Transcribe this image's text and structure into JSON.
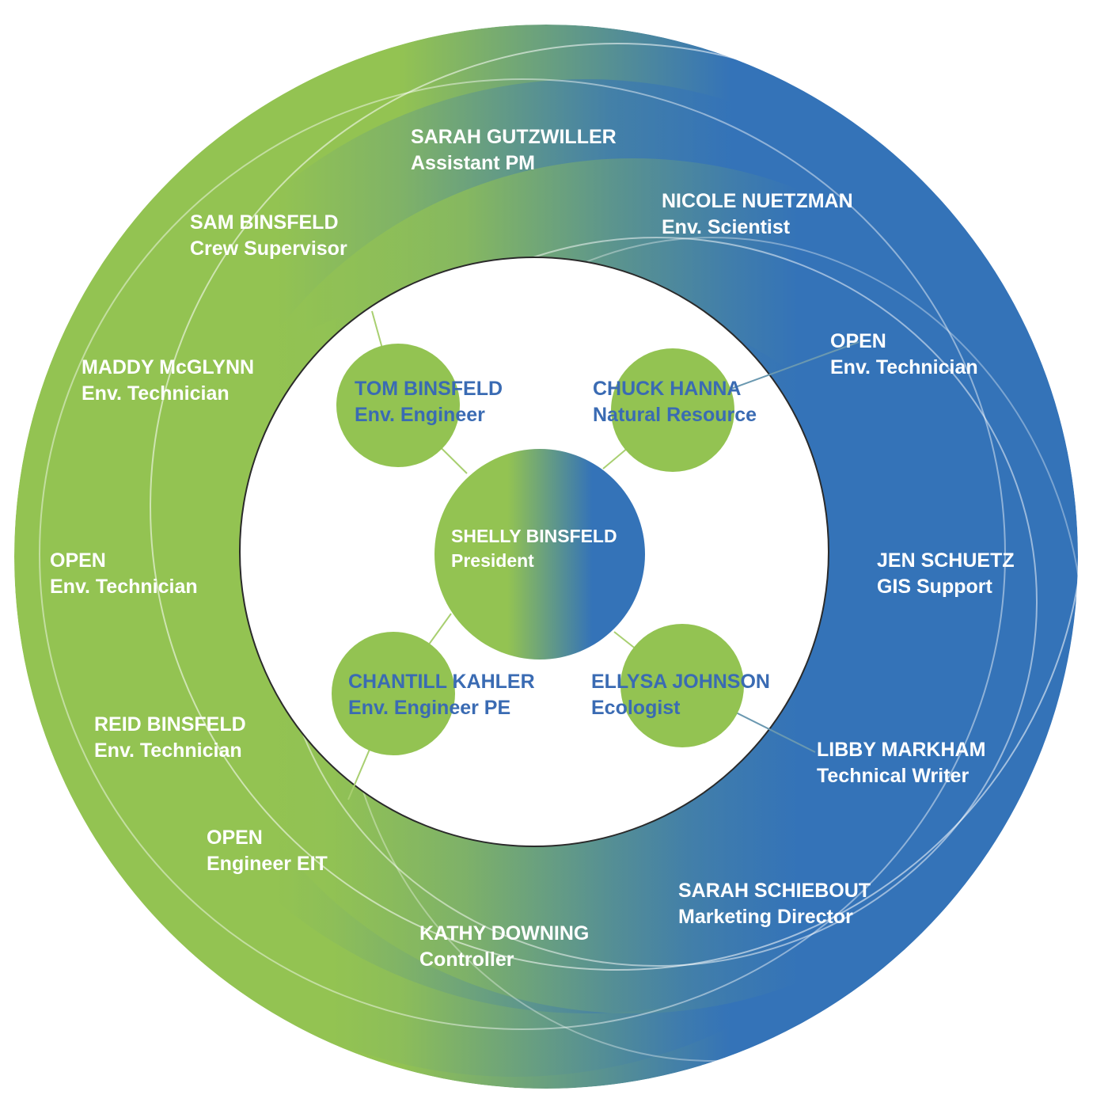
{
  "colors": {
    "green": "#93c352",
    "blue": "#3473b8",
    "label_dark": "#3a6bb3",
    "white": "#ffffff"
  },
  "center": {
    "name": "SHELLY BINSFELD",
    "role": "President"
  },
  "inner": [
    {
      "id": "tom",
      "name": "TOM BINSFELD",
      "role": "Env. Engineer"
    },
    {
      "id": "chuck",
      "name": "CHUCK HANNA",
      "role": "Natural Resource"
    },
    {
      "id": "chantill",
      "name": "CHANTILL KAHLER",
      "role": "Env. Engineer PE"
    },
    {
      "id": "ellysa",
      "name": "ELLYSA JOHNSON",
      "role": "Ecologist"
    }
  ],
  "outer": [
    {
      "id": "sarah-g",
      "name": "SARAH GUTZWILLER",
      "role": "Assistant PM"
    },
    {
      "id": "nicole",
      "name": "NICOLE NUETZMAN",
      "role": "Env. Scientist"
    },
    {
      "id": "sam",
      "name": "SAM BINSFELD",
      "role": "Crew Supervisor"
    },
    {
      "id": "maddy",
      "name": "MADDY McGLYNN",
      "role": "Env. Technician"
    },
    {
      "id": "open-1",
      "name": "OPEN",
      "role": "Env. Technician"
    },
    {
      "id": "open-2",
      "name": "OPEN",
      "role": "Env. Technician"
    },
    {
      "id": "jen",
      "name": "JEN SCHUETZ",
      "role": "GIS Support"
    },
    {
      "id": "reid",
      "name": "REID BINSFELD",
      "role": "Env. Technician"
    },
    {
      "id": "libby",
      "name": "LIBBY MARKHAM",
      "role": "Technical Writer"
    },
    {
      "id": "open-3",
      "name": "OPEN",
      "role": "Engineer EIT"
    },
    {
      "id": "sarah-s",
      "name": "SARAH SCHIEBOUT",
      "role": "Marketing Director"
    },
    {
      "id": "kathy",
      "name": "KATHY DOWNING",
      "role": "Controller"
    }
  ]
}
